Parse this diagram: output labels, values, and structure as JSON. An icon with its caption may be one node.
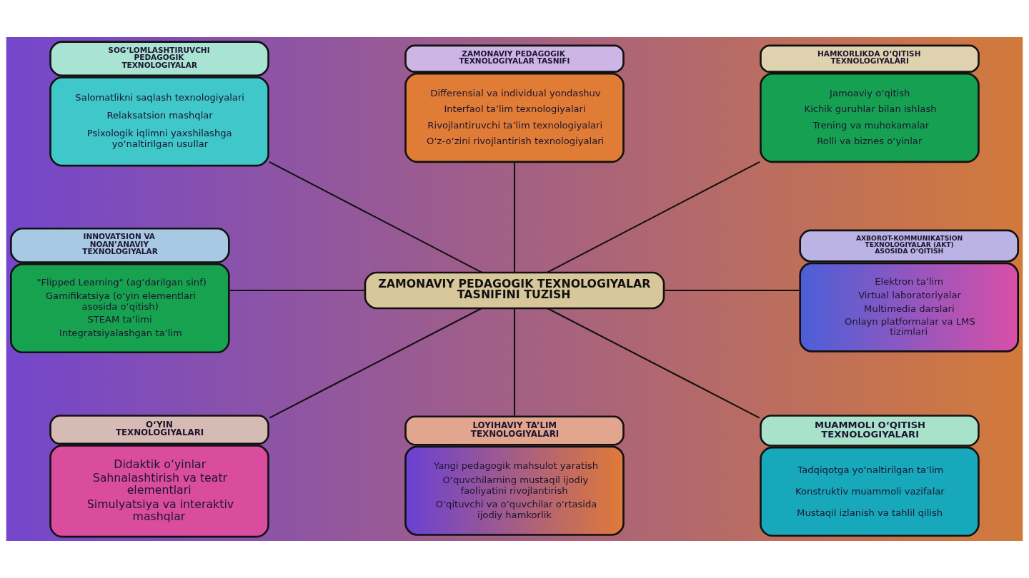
{
  "diagram": {
    "nodes": [
      {
        "text": [
          "SOG‘LOMLASHTIRUVCHI PEDAGOGIK TEXNOLOGIYALAR",
          "Salomatlikni saqlash texnologiyalari",
          "Relaksatsion mashqlar",
          "Psixologik iqlimni yaxshilashga yo‘naltirilgan usullar"
        ]
      },
      {
        "text": [
          "ZAMONAVIY PEDAGOGIK TEXNOLOGIYALAR TASNIFI",
          "Differensial va individual yondashuv",
          "Interfaol ta’lim texnologiyalari",
          "Rivojlantiruvchi ta’lim texnologiyalari",
          "O‘z-o‘zini rivojlantirish texnologiyalari"
        ]
      },
      {
        "text": [
          "HAMKORLIKDA O‘QITISH TEXNOLOGIYALARI",
          "Jamoaviy o‘qitish",
          "Kichik guruhlar bilan ishlash",
          "Trening va muhokamalar",
          "Rolli va biznes o‘yinlar"
        ]
      },
      {
        "text": [
          "INNOVATSION VA NOAN’ANAVIY TEXNOLOGIYALAR",
          "\"Flipped Learning\" (ag‘darilgan sinf)",
          "Gamifikatsiya (o‘yin elementlari asosida o‘qitish)",
          "STEAM ta’limi",
          "Integratsiyalashgan ta’lim"
        ]
      },
      {
        "text": [
          "ZAMONAVIY PEDAGOGIK TEXNOLOGIYALAR TASNIFINI TUZISH"
        ]
      },
      {
        "text": [
          "AXBOROT-KOMMUNIKATSION TEXNOLOGIYALAR (AKT) ASOSIDA O‘QITISH",
          "Elektron ta’lim",
          "Virtual laboratoriyalar",
          "Multimedia darslari",
          "Onlayn platformalar va LMS tizimlari"
        ]
      },
      {
        "text": [
          "O‘YIN TEXNOLOGIYALARI",
          "Didaktik o‘yinlar",
          "Sahnalashtirish va teatr elementlari",
          "Simulyatsiya va interaktiv mashqlar"
        ]
      },
      {
        "text": [
          "LOYIHAVIY TA’LIM TEXNOLOGIYALARI",
          "Yangi pedagogik mahsulot yaratish",
          "O‘quvchilarning mustaqil ijodiy faoliyatini rivojlantirish",
          "O‘qituvchi va o‘quvchilar o‘rtasida ijodiy hamkorlik"
        ]
      },
      {
        "text": [
          "MUAMMOLI O‘QITISH TEXNOLOGIYALARI",
          "Tadqiqotga yo‘naltirilgan ta’lim",
          "Konstruktiv muammoli vazifalar",
          "Mustaqil izlanish va tahlil qilish"
        ]
      }
    ],
    "edges": [
      {
        "from": 0,
        "to": 4,
        "arrow": "none"
      },
      {
        "from": 1,
        "to": 4,
        "arrow": "none"
      },
      {
        "from": 2,
        "to": 4,
        "arrow": "none"
      },
      {
        "from": 3,
        "to": 4,
        "arrow": "none"
      },
      {
        "from": 4,
        "to": 5,
        "arrow": "none"
      },
      {
        "from": 4,
        "to": 6,
        "arrow": "none"
      },
      {
        "from": 4,
        "to": 7,
        "arrow": "none"
      },
      {
        "from": 4,
        "to": 8,
        "arrow": "none"
      }
    ]
  }
}
